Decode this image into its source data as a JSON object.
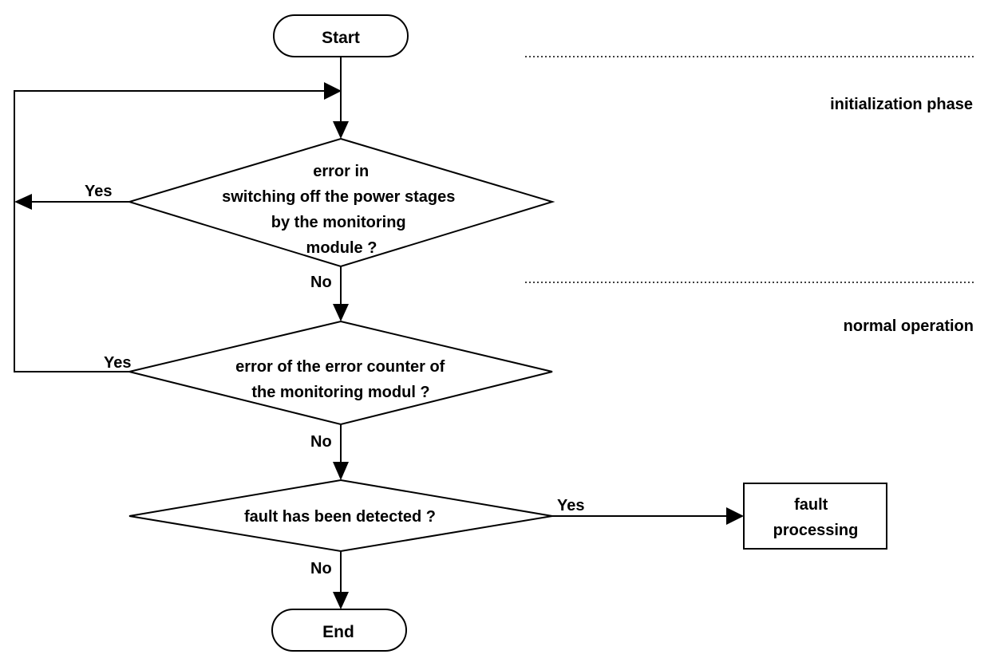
{
  "diagram": {
    "nodes": {
      "start": "Start",
      "end": "End",
      "decision1": [
        "error in",
        "switching off the power stages",
        "by the monitoring",
        "module ?"
      ],
      "decision2": [
        "error of the error counter of",
        "the monitoring modul ?"
      ],
      "decision3": [
        "fault has been detected ?"
      ],
      "process": [
        "fault",
        "processing"
      ]
    },
    "edges": {
      "d1_yes": "Yes",
      "d1_no": "No",
      "d2_yes": "Yes",
      "d2_no": "No",
      "d3_yes": "Yes",
      "d3_no": "No"
    },
    "phases": {
      "init": "initialization phase",
      "normal": "normal operation"
    },
    "colors": {
      "stroke": "#000000",
      "background": "#ffffff"
    }
  }
}
